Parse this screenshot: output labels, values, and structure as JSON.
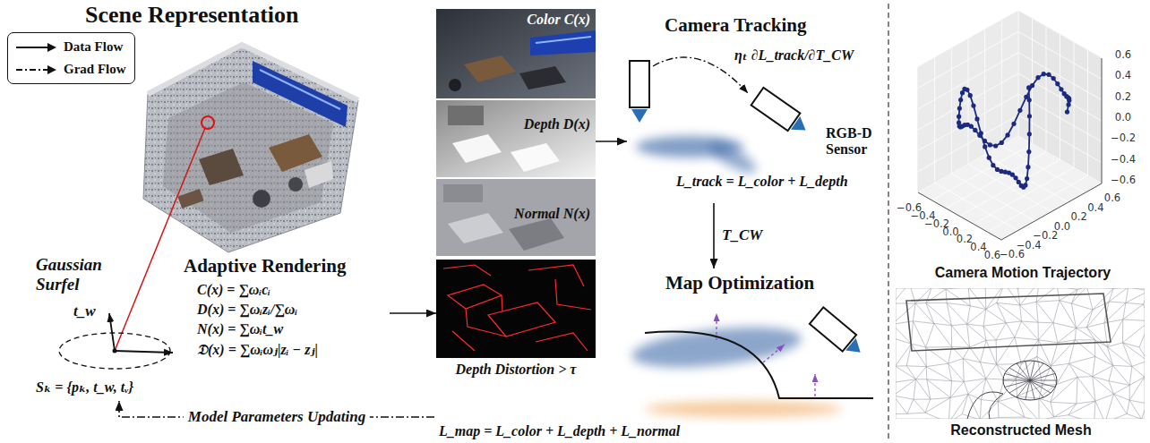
{
  "diagram": {
    "nodes": [
      {
        "text": [
          "Scene Representation"
        ]
      },
      {
        "text": [
          "Gaussian Surfel",
          "Sₖ = {pₖ, t_w, tᵥ}"
        ]
      },
      {
        "text": [
          "Adaptive Rendering",
          "C(x) = ∑ωᵢcᵢ",
          "D(x) = ∑ωᵢzᵢ/∑ωᵢ",
          "N(x) = ∑ωᵢt_w",
          "𝔇(x) = ∑ωᵢωⱼ|zᵢ − zⱼ|"
        ]
      },
      {
        "text": [
          "Color C(x)"
        ]
      },
      {
        "text": [
          "Depth D(x)"
        ]
      },
      {
        "text": [
          "Normal N(x)"
        ]
      },
      {
        "text": [
          "Depth Distortion > τ"
        ]
      },
      {
        "text": [
          "Camera Tracking",
          "ηₜ ∂L_track/∂T_CW",
          "RGB-D Sensor",
          "L_track = L_color + L_depth"
        ]
      },
      {
        "text": [
          "Map Optimization",
          "L_map = L_color + L_depth + L_normal"
        ]
      },
      {
        "text": [
          "Camera Motion Trajectory"
        ]
      },
      {
        "text": [
          "Reconstructed Mesh"
        ]
      }
    ],
    "edges": [
      {
        "from": 2,
        "to": 6,
        "arrow": "to"
      },
      {
        "from": 4,
        "to": 7,
        "arrow": "to"
      },
      {
        "from": 7,
        "to": 8,
        "label": "T_CW",
        "arrow": "to"
      },
      {
        "from": 8,
        "to": 1,
        "label": "Model Parameters Updating",
        "arrow": "to"
      }
    ],
    "labels": [
      "t_w",
      "0.6",
      "0.4",
      "0.2",
      "0.0",
      "−0.2",
      "−0.4",
      "−0.6",
      "−0.6",
      "−0.4",
      "−0.2",
      "0.0",
      "0.2",
      "0.4",
      "0.6",
      "0.6",
      "0.4",
      "0.2",
      "0.0",
      "−0.2",
      "−0.4",
      "−0.6"
    ],
    "legend": [
      {
        "text": "Data Flow"
      },
      {
        "text": "Grad Flow"
      }
    ]
  }
}
